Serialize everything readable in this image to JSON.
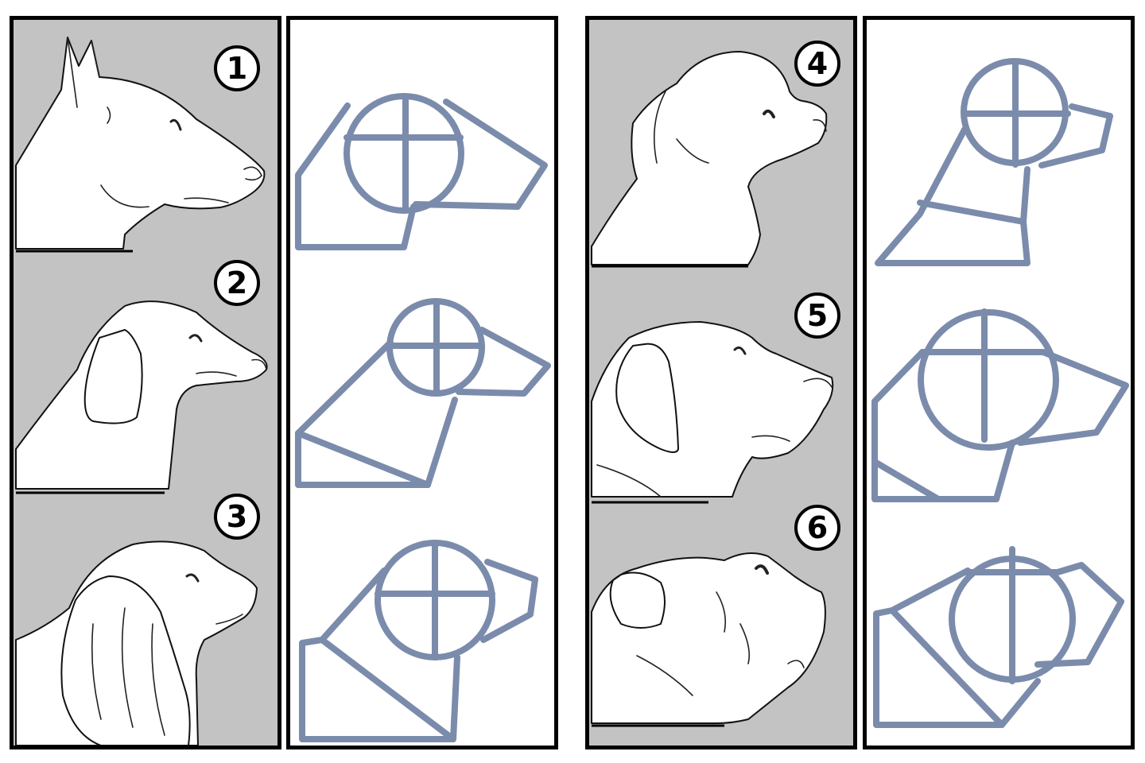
{
  "diagram": {
    "type": "dog-head-construction-guide",
    "colors": {
      "panel_grey": "#c3c3c3",
      "panel_border": "#000000",
      "construction_stroke": "#7b8bab",
      "sketch_fill": "#ffffff"
    },
    "groups": [
      {
        "id": "left-group",
        "dogs": [
          {
            "number": "1",
            "label": "①",
            "description": "Bull terrier profile, erect pointed ears, long egg-shaped muzzle"
          },
          {
            "number": "2",
            "label": "②",
            "description": "Dachshund profile, long droopy ear, long tapering muzzle"
          },
          {
            "number": "3",
            "label": "③",
            "description": "Cocker spaniel profile, long wavy ears, head tilted up"
          }
        ]
      },
      {
        "id": "right-group",
        "dogs": [
          {
            "number": "4",
            "label": "④",
            "description": "Fluffy small dog (poodle/bichon) profile, short muzzle"
          },
          {
            "number": "5",
            "label": "⑤",
            "description": "Labrador retriever profile, floppy ear, broad muzzle"
          },
          {
            "number": "6",
            "label": "⑥",
            "description": "Bulldog profile, wrinkled face, short pushed-in muzzle"
          }
        ]
      }
    ]
  }
}
